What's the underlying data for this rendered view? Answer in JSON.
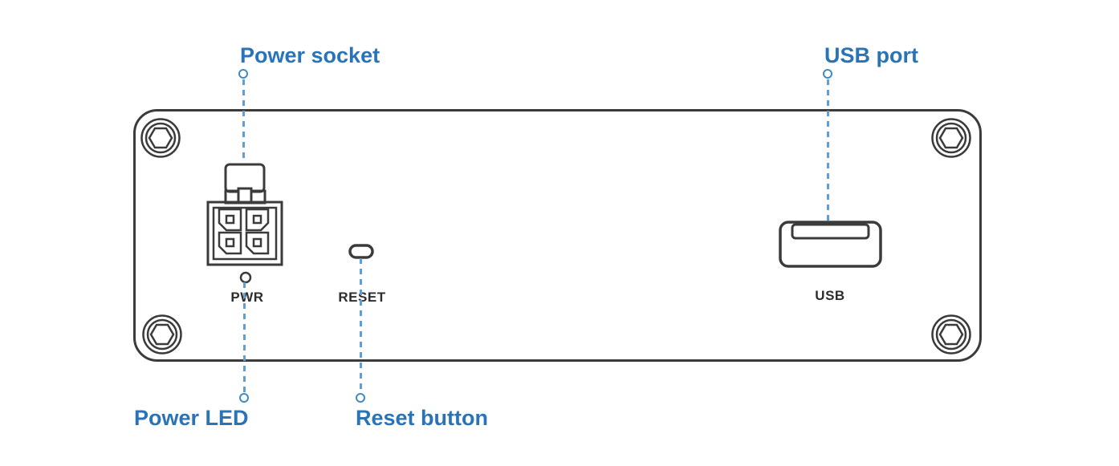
{
  "diagram": {
    "callouts": {
      "power_socket": "Power socket",
      "usb_port": "USB port",
      "power_led": "Power LED",
      "reset_button": "Reset button"
    },
    "panel_labels": {
      "pwr": "PWR",
      "reset": "RESET",
      "usb": "USB"
    },
    "colors": {
      "callout_text": "#2a73b7",
      "leader_line": "#5f9fd4",
      "anchor_ring": "#418ac4",
      "outline": "#3b3b3b",
      "panel_label_text": "#2d2d2d"
    }
  }
}
